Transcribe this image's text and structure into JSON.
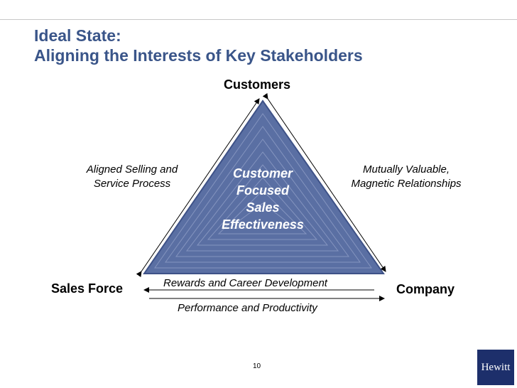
{
  "title": {
    "line1": "Ideal State:",
    "line2": "Aligning the Interests of Key Stakeholders"
  },
  "vertices": {
    "top": "Customers",
    "left": "Sales Force",
    "right": "Company"
  },
  "sides": {
    "left_line1": "Aligned Selling and",
    "left_line2": "Service Process",
    "right_line1": "Mutually Valuable,",
    "right_line2": "Magnetic Relationships"
  },
  "bottom": {
    "upper": "Rewards and Career Development",
    "lower": "Performance and Productivity"
  },
  "center": {
    "line1": "Customer",
    "line2": "Focused",
    "line3": "Sales",
    "line4": "Effectiveness"
  },
  "page_number": "10",
  "logo_text": "Hewitt",
  "colors": {
    "title": "#3a5589",
    "triangle": "#5a6fa3",
    "logo_bg": "#1d2f6b"
  }
}
